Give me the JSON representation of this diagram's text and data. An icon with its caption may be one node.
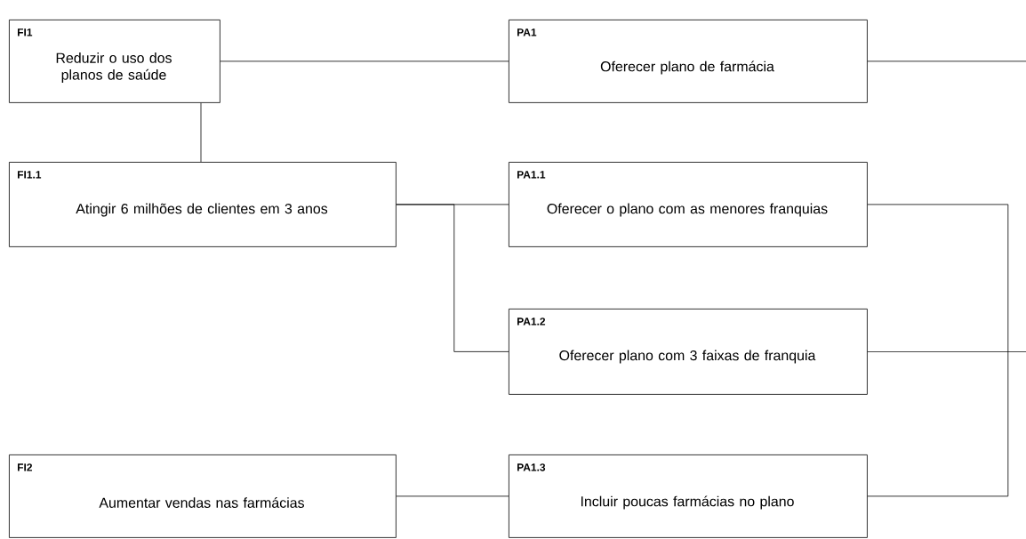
{
  "diagram": {
    "nodes": [
      {
        "text": [
          "FI1",
          "Reduzir o uso dos planos de saúde"
        ]
      },
      {
        "text": [
          "PA1",
          "Oferecer plano de farmácia"
        ]
      },
      {
        "text": [
          "FI1.1",
          "Atingir 6 milhões de clientes em  3 anos"
        ]
      },
      {
        "text": [
          "PA1.1",
          "Oferecer o plano com as menores franquias"
        ]
      },
      {
        "text": [
          "PA1.2",
          "Oferecer plano com  3 faixas de franquia"
        ]
      },
      {
        "text": [
          "FI2",
          "Aumentar vendas nas farmácias"
        ]
      },
      {
        "text": [
          "PA1.3",
          "Incluir poucas farmácias no plano"
        ]
      }
    ],
    "edges": [
      {
        "from": 0,
        "to": 1,
        "arrow": "none"
      },
      {
        "from": 1,
        "to": null,
        "arrow": "none"
      },
      {
        "from": 0,
        "to": 2,
        "arrow": "none"
      },
      {
        "from": 2,
        "to": 3,
        "arrow": "none"
      },
      {
        "from": 2,
        "to": 4,
        "arrow": "none"
      },
      {
        "from": 3,
        "to": 6,
        "arrow": "none"
      },
      {
        "from": 4,
        "to": null,
        "arrow": "none"
      },
      {
        "from": 5,
        "to": 6,
        "arrow": "none"
      }
    ]
  }
}
